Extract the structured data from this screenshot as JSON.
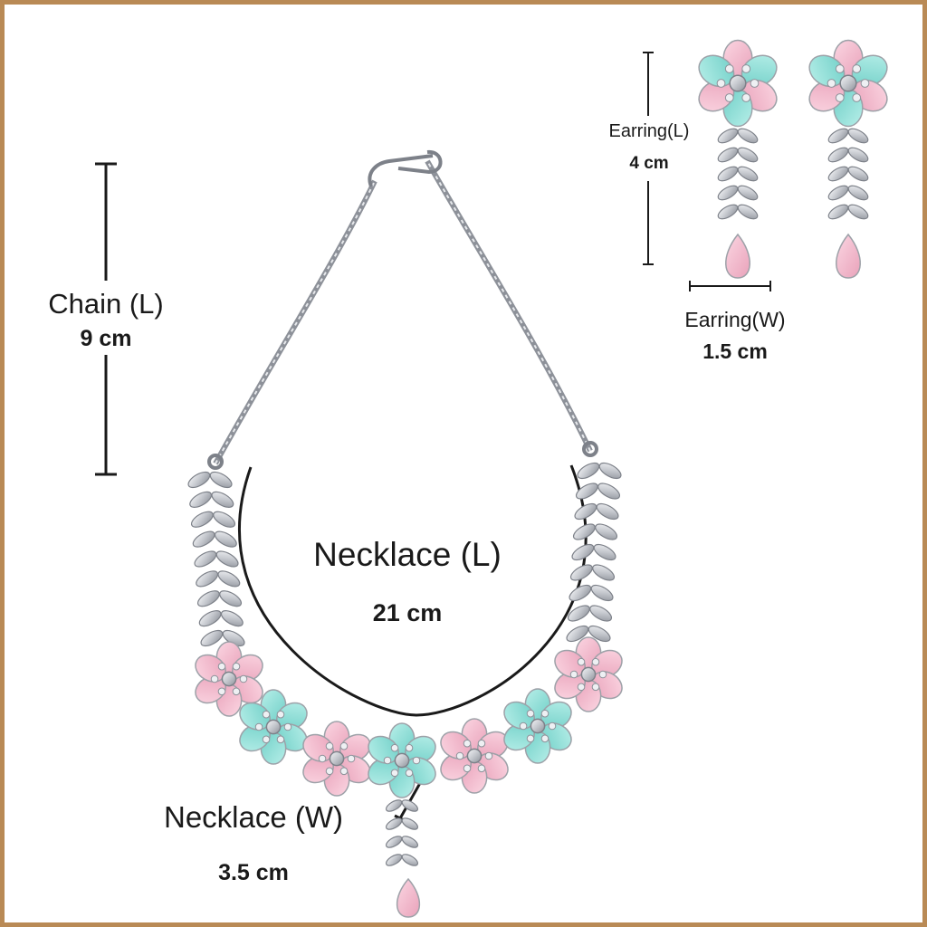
{
  "colors": {
    "frame": "#b98a55",
    "silver": "#b9bcc3",
    "silver_dark": "#6f737b",
    "pink_stone": "#f2b4c9",
    "mint_stone": "#8fded8",
    "ink": "#1a1a1a"
  },
  "measurements": {
    "chain_length": {
      "name": "Chain (L)",
      "value": "9 cm"
    },
    "earring_length": {
      "name": "Earring(L)",
      "value": "4 cm"
    },
    "earring_width": {
      "name": "Earring(W)",
      "value": "1.5 cm"
    },
    "necklace_length": {
      "name": "Necklace (L)",
      "value": "21 cm"
    },
    "necklace_width": {
      "name": "Necklace (W)",
      "value": "3.5 cm"
    }
  },
  "necklace": {
    "flower_stones": [
      "pink",
      "mint",
      "pink",
      "mint",
      "pink",
      "mint",
      "pink"
    ]
  },
  "earrings": {
    "count": 2
  }
}
